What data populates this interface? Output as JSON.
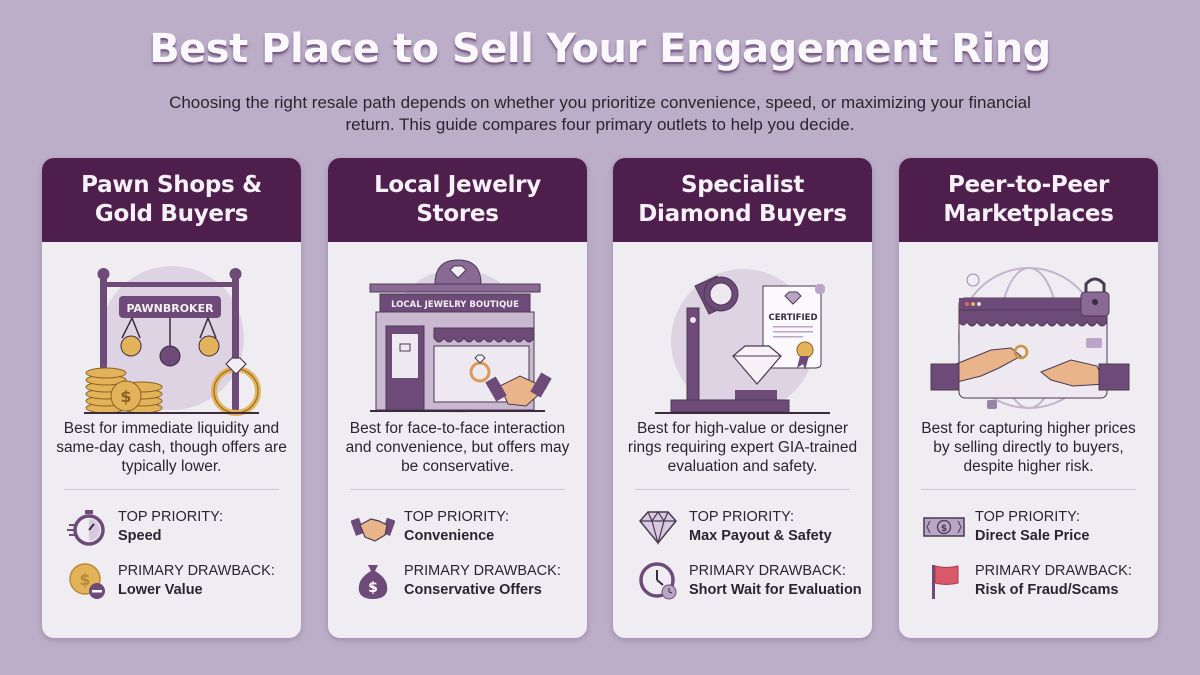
{
  "header": {
    "title": "Best Place to Sell Your Engagement Ring",
    "subtitle": "Choosing the right resale path depends on whether you prioritize convenience, speed, or maximizing your financial return. This guide compares four primary outlets to help you decide."
  },
  "colors": {
    "background": "#bcaec9",
    "card_header": "#4e1f4d",
    "card_body": "#f0edf2",
    "accent_gold": "#e3b35a",
    "accent_purple": "#6e4a78",
    "flag_red": "#d9586a"
  },
  "cards": [
    {
      "title": "Pawn Shops & Gold Buyers",
      "illustration": "pawnbroker-sign-coins-ring",
      "sign_text": "PAWNBROKER",
      "description": "Best for immediate liquidity and same-day cash, though offers are typically lower.",
      "priority_label": "TOP PRIORITY:",
      "priority_value": "Speed",
      "priority_icon": "stopwatch-icon",
      "drawback_label": "PRIMARY DRAWBACK:",
      "drawback_value": "Lower Value",
      "drawback_icon": "coin-minus-icon"
    },
    {
      "title": "Local Jewelry Stores",
      "illustration": "storefront-handshake",
      "sign_text": "LOCAL JEWELRY BOUTIQUE",
      "description": "Best for face-to-face interaction and convenience, but offers may be conservative.",
      "priority_label": "TOP PRIORITY:",
      "priority_value": "Convenience",
      "priority_icon": "handshake-icon",
      "drawback_label": "PRIMARY DRAWBACK:",
      "drawback_value": "Conservative Offers",
      "drawback_icon": "money-bag-icon"
    },
    {
      "title": "Specialist Diamond Buyers",
      "illustration": "loupe-diamond-certificate",
      "sign_text": "CERTIFIED",
      "description": "Best for high-value or designer rings requiring expert GIA-trained evaluation and safety.",
      "priority_label": "TOP PRIORITY:",
      "priority_value": "Max Payout & Safety",
      "priority_icon": "diamond-icon",
      "drawback_label": "PRIMARY DRAWBACK:",
      "drawback_value": "Short Wait for Evaluation",
      "drawback_icon": "clock-icon"
    },
    {
      "title": "Peer-to-Peer Marketplaces",
      "illustration": "online-shop-hands-exchange",
      "sign_text": "",
      "description": "Best for capturing higher prices by selling directly to buyers, despite higher risk.",
      "priority_label": "TOP PRIORITY:",
      "priority_value": "Direct Sale Price",
      "priority_icon": "banknote-icon",
      "drawback_label": "PRIMARY DRAWBACK:",
      "drawback_value": "Risk of Fraud/Scams",
      "drawback_icon": "red-flag-icon"
    }
  ]
}
